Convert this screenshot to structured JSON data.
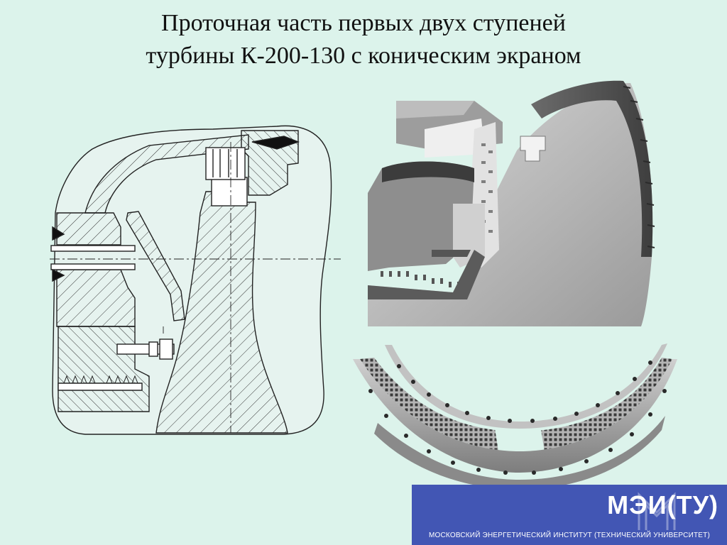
{
  "slide": {
    "title_lines": [
      "Проточная часть первых двух ступеней",
      "турбины К-200-130 с коническим экраном"
    ]
  },
  "logo": {
    "mark": "МЭИ(ТУ)",
    "caption": "МОСКОВСКИЙ ЭНЕРГЕТИЧЕСКИЙ ИНСТИТУТ (ТЕХНИЧЕСКИЙ УНИВЕРСИТЕТ)"
  },
  "colors": {
    "background": "#dcf3eb",
    "banner": "#4256b4"
  }
}
